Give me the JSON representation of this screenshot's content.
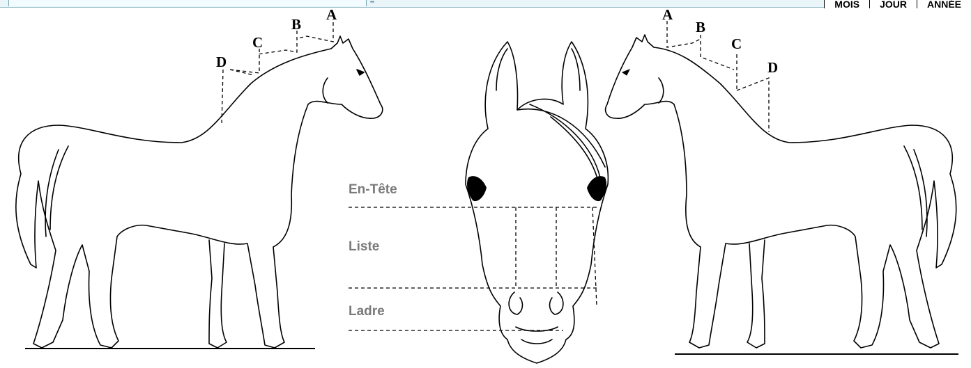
{
  "header": {
    "tabs": [
      "MOIS",
      "JOUR",
      "ANNÉE"
    ]
  },
  "left_horse": {
    "markers": [
      "A",
      "B",
      "C",
      "D"
    ]
  },
  "right_horse": {
    "markers": [
      "A",
      "B",
      "C",
      "D"
    ]
  },
  "head_view": {
    "zones": [
      "En-Tête",
      "Liste",
      "Ladre"
    ]
  }
}
